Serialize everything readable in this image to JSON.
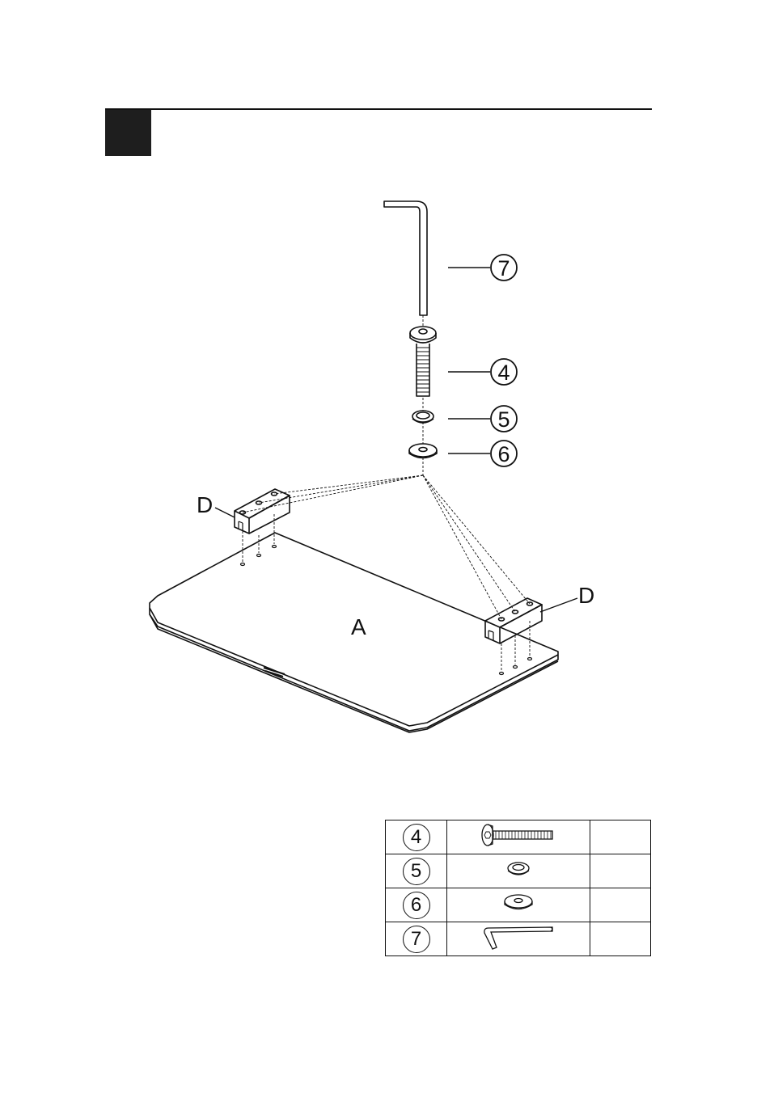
{
  "step": {
    "number": ""
  },
  "callouts": {
    "allen_key": "7",
    "bolt": "4",
    "spring_washer": "5",
    "flat_washer": "6",
    "bracket_left": "D",
    "bracket_right": "D",
    "panel": "A"
  },
  "parts_table": {
    "rows": [
      {
        "num": "4",
        "part_icon": "bolt-icon",
        "qty": ""
      },
      {
        "num": "5",
        "part_icon": "spring-washer-icon",
        "qty": ""
      },
      {
        "num": "6",
        "part_icon": "flat-washer-icon",
        "qty": ""
      },
      {
        "num": "7",
        "part_icon": "allen-key-icon",
        "qty": ""
      }
    ]
  }
}
